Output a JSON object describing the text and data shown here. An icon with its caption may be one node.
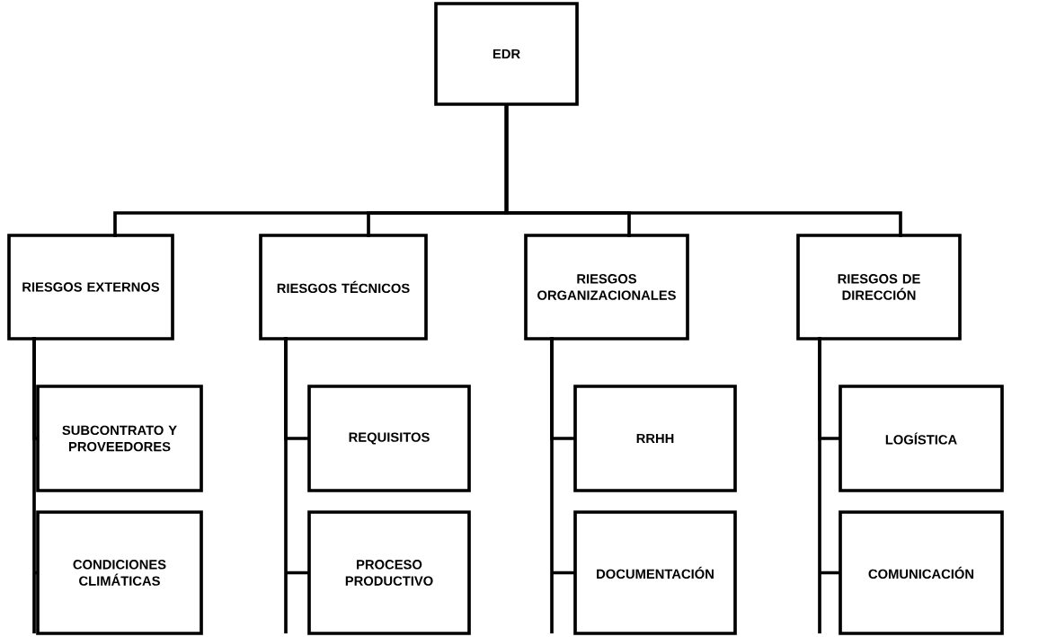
{
  "diagram": {
    "nodes": [
      {
        "text": [
          "EDR"
        ]
      },
      {
        "text": [
          "RIESGOS EXTERNOS"
        ]
      },
      {
        "text": [
          "RIESGOS TÉCNICOS"
        ]
      },
      {
        "text": [
          "RIESGOS ORGANIZACIONALES"
        ]
      },
      {
        "text": [
          "RIESGOS DE DIRECCIÓN"
        ]
      },
      {
        "text": [
          "SUBCONTRATO Y PROVEEDORES"
        ]
      },
      {
        "text": [
          "REQUISITOS"
        ]
      },
      {
        "text": [
          "RRHH"
        ]
      },
      {
        "text": [
          "LOGÍSTICA"
        ]
      },
      {
        "text": [
          "CONDICIONES CLIMÁTICAS"
        ]
      },
      {
        "text": [
          "PROCESO PRODUCTIVO"
        ]
      },
      {
        "text": [
          "DOCUMENTACIÓN"
        ]
      },
      {
        "text": [
          "COMUNICACIÓN"
        ]
      }
    ],
    "edges": [
      {
        "from": 0,
        "to": 1,
        "arrow": "none"
      },
      {
        "from": 0,
        "to": 2,
        "arrow": "none"
      },
      {
        "from": 0,
        "to": 3,
        "arrow": "none"
      },
      {
        "from": 0,
        "to": 4,
        "arrow": "none"
      },
      {
        "from": 1,
        "to": 5,
        "arrow": "none"
      },
      {
        "from": 1,
        "to": 9,
        "arrow": "none"
      },
      {
        "from": 2,
        "to": 6,
        "arrow": "none"
      },
      {
        "from": 2,
        "to": 10,
        "arrow": "none"
      },
      {
        "from": 3,
        "to": 7,
        "arrow": "none"
      },
      {
        "from": 3,
        "to": 11,
        "arrow": "none"
      },
      {
        "from": 4,
        "to": 8,
        "arrow": "none"
      },
      {
        "from": 4,
        "to": 12,
        "arrow": "none"
      }
    ]
  }
}
